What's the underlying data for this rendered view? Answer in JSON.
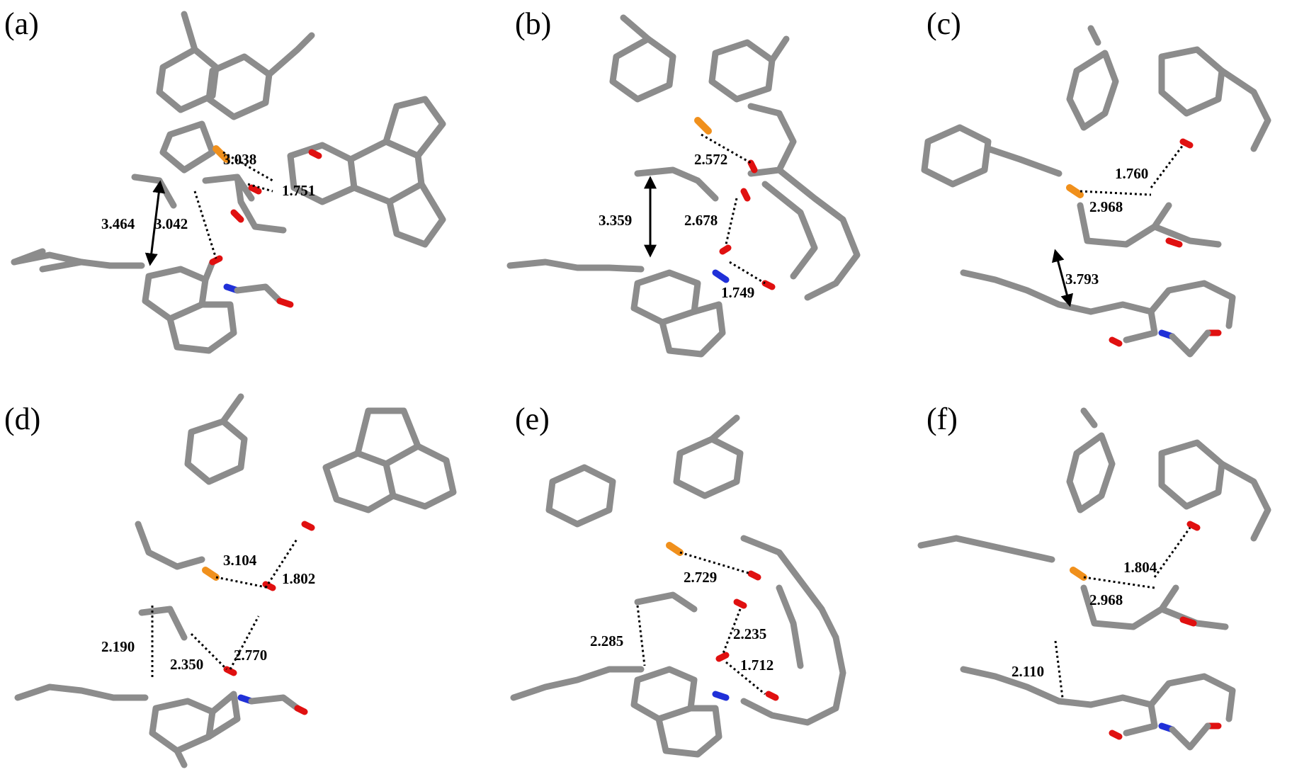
{
  "colors": {
    "carbon": "#8c8c8c",
    "carbon_highlight": "#c8c8c8",
    "hydrogen": "#dcdcdc",
    "phosphorus": "#f0901c",
    "oxygen": "#e01010",
    "nitrogen": "#2030d8",
    "distance_marker": "#000000"
  },
  "panels": [
    {
      "label": "(a)",
      "distances": [
        "3.038",
        "1.751",
        "3.464",
        "3.042"
      ]
    },
    {
      "label": "(b)",
      "distances": [
        "2.572",
        "3.359",
        "2.678",
        "1.749"
      ]
    },
    {
      "label": "(c)",
      "distances": [
        "1.760",
        "2.968",
        "3.793"
      ]
    },
    {
      "label": "(d)",
      "distances": [
        "3.104",
        "1.802",
        "2.190",
        "2.350",
        "2.770"
      ]
    },
    {
      "label": "(e)",
      "distances": [
        "2.729",
        "2.285",
        "2.235",
        "1.712"
      ]
    },
    {
      "label": "(f)",
      "distances": [
        "1.804",
        "2.968",
        "2.110"
      ]
    }
  ]
}
